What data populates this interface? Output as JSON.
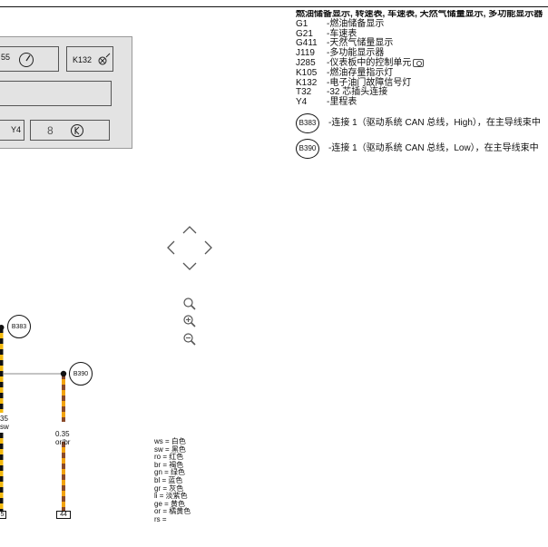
{
  "legend": {
    "title": "燃油储备显示, 转速表, 车速表, 天然气储量显示, 多功能显示器",
    "items": [
      {
        "code": "G1",
        "desc": "-燃油储备显示"
      },
      {
        "code": "G21",
        "desc": "-车速表"
      },
      {
        "code": "G411",
        "desc": "-天然气储量显示"
      },
      {
        "code": "J119",
        "desc": "-多功能显示器"
      },
      {
        "code": "J285",
        "desc": "-仪表板中的控制单元"
      },
      {
        "code": "K105",
        "desc": "-燃油存量指示灯"
      },
      {
        "code": "K132",
        "desc": "-电子油门故障信号灯"
      },
      {
        "code": "T32",
        "desc": "-32 芯插头连接"
      },
      {
        "code": "Y4",
        "desc": "-里程表"
      }
    ],
    "connections": [
      {
        "code": "B383",
        "desc": "-连接 1（驱动系统 CAN 总线，High），在主导线束中"
      },
      {
        "code": "B390",
        "desc": "-连接 1（驱动系统 CAN 总线，Low），在主导线束中"
      }
    ]
  },
  "panel": {
    "label_left_top": "55",
    "label_k132": "K132",
    "label_y4": "Y4",
    "label_8": "8"
  },
  "icons": {
    "nav_up": "chevron-up-icon",
    "nav_left": "chevron-left-icon",
    "nav_right": "chevron-right-icon",
    "nav_down": "chevron-down-icon",
    "zoom_fit": "zoom-fit-icon",
    "zoom_in": "zoom-in-icon",
    "zoom_out": "zoom-out-icon"
  },
  "wiring": {
    "left_wire_label_top": "35",
    "left_wire_label_bottom": "sw",
    "right_wire_label_top": "0.35",
    "right_wire_label_bottom": "or/br",
    "left_pin": "5",
    "right_pin": "44",
    "bubble_b383": "B383",
    "bubble_b390": "B390",
    "wire_color_a": "#f2b90f",
    "wire_color_b": "#111111",
    "wire_color_c": "#8a4a2a"
  },
  "color_key": [
    "ws = 白色",
    "sw = 黑色",
    "ro = 红色",
    "br = 褐色",
    "gn = 绿色",
    "bl = 蓝色",
    "gr = 灰色",
    "li  = 淡紫色",
    "ge = 黄色",
    "or = 橘黄色",
    "rs ="
  ]
}
